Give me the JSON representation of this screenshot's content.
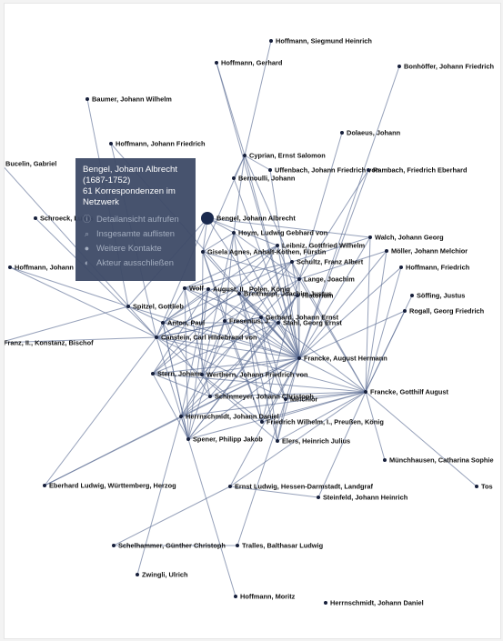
{
  "colors": {
    "edge": "#5d6f95",
    "node": "#161f3a",
    "selected": "#1b2a4e",
    "tooltip_bg": "#3d4a66"
  },
  "nodes": [
    {
      "id": "hsh",
      "label": "Hoffmann, Siegmund Heinrich"
    },
    {
      "id": "hg",
      "label": "Hoffmann, Gerhard"
    },
    {
      "id": "bjf",
      "label": "Bonhöffer, Johann Friedrich"
    },
    {
      "id": "bjw",
      "label": "Baumer, Johann Wilhelm"
    },
    {
      "id": "dj",
      "label": "Dolaeus, Johann"
    },
    {
      "id": "hjf",
      "label": "Hoffmann, Johann Friedrich"
    },
    {
      "id": "ces",
      "label": "Cyprian, Ernst Salomon"
    },
    {
      "id": "bg",
      "label": "Bucelin, Gabriel"
    },
    {
      "id": "ujf",
      "label": "Uffenbach, Johann Friedrich von"
    },
    {
      "id": "rfe",
      "label": "Rambach, Friedrich Eberhard"
    },
    {
      "id": "bj",
      "label": "Bernoulli, Johann"
    },
    {
      "id": "sc",
      "label": "Schroeck, Lukas"
    },
    {
      "id": "bja",
      "label": "Bengel, Johann Albrecht"
    },
    {
      "id": "hlgv",
      "label": "Hoym, Ludwig Gebhard von"
    },
    {
      "id": "wjg",
      "label": "Walch, Johann Georg"
    },
    {
      "id": "lgw",
      "label": "Leibniz, Gottfried Wilhelm"
    },
    {
      "id": "mjm",
      "label": "Möller, Johann Melchior"
    },
    {
      "id": "gaf",
      "label": "Gisela Agnes, Anhalt-Köthen, Fürstin"
    },
    {
      "id": "hj",
      "label": "Hoffmann, Johann"
    },
    {
      "id": "sfa",
      "label": "Schultz, Franz Albert"
    },
    {
      "id": "hf",
      "label": "Hoffmann, Friedrich"
    },
    {
      "id": "lj",
      "label": "Lange, Joachim"
    },
    {
      "id": "wa",
      "label": "Wolf"
    },
    {
      "id": "apk",
      "label": "August, II., Polen, König"
    },
    {
      "id": "bjj",
      "label": "Breithaupt, Joachim Justus"
    },
    {
      "id": "hist",
      "label": "Historium"
    },
    {
      "id": "sju",
      "label": "Söffing, Justus"
    },
    {
      "id": "sg",
      "label": "Spitzel, Gottlieb"
    },
    {
      "id": "rgf",
      "label": "Rogall, Georg Friedrich"
    },
    {
      "id": "gje",
      "label": "Gerhard, Johann Ernst"
    },
    {
      "id": "ap",
      "label": "Anton, Paul"
    },
    {
      "id": "fr",
      "label": "Fresenius, J."
    },
    {
      "id": "sge",
      "label": "Stahl, Georg Ernst"
    },
    {
      "id": "fkb",
      "label": "Franz, II., Konstanz, Bischof"
    },
    {
      "id": "chv",
      "label": "Canstein, Carl Hildebrand von"
    },
    {
      "id": "fah",
      "label": "Francke, August Hermann"
    },
    {
      "id": "sjo",
      "label": "Stern, Johann"
    },
    {
      "id": "wjfv",
      "label": "Werthern, Johann Friedrich von"
    },
    {
      "id": "fga",
      "label": "Francke, Gotthilf August"
    },
    {
      "id": "schj",
      "label": "Schinmeyer, Johann Christoph"
    },
    {
      "id": "mel",
      "label": "Melchior"
    },
    {
      "id": "hjd",
      "label": "Herrnschmidt, Johann Daniel"
    },
    {
      "id": "fwpk",
      "label": "Friedrich Wilhelm, I., Preußen, König"
    },
    {
      "id": "spj",
      "label": "Spener, Philipp Jakob"
    },
    {
      "id": "ehj",
      "label": "Elers, Heinrich Julius"
    },
    {
      "id": "mcs",
      "label": "Münchhausen, Catharina Sophie"
    },
    {
      "id": "tos",
      "label": "Tos"
    },
    {
      "id": "ewh",
      "label": "Eberhard Ludwig, Württemberg, Herzog"
    },
    {
      "id": "elhd",
      "label": "Ernst Ludwig, Hessen-Darmstadt, Landgraf"
    },
    {
      "id": "sjh",
      "label": "Steinfeld, Johann Heinrich"
    },
    {
      "id": "sgc",
      "label": "Schelhammer, Günther Christoph"
    },
    {
      "id": "tbl",
      "label": "Tralles, Balthasar Ludwig"
    },
    {
      "id": "zu",
      "label": "Zwingli, Ulrich"
    },
    {
      "id": "hm",
      "label": "Hoffmann, Moritz"
    },
    {
      "id": "hjd2",
      "label": "Herrnschmidt, Johann Daniel"
    }
  ],
  "tooltip": {
    "name": "Bengel, Johann Albrecht",
    "dates": "(1687-1752)",
    "count": "61 Korrespondenzen im Netzwerk",
    "actions": [
      {
        "icon": "info-icon",
        "label": "Detailansicht aufrufen"
      },
      {
        "icon": "search-icon",
        "label": "Insgesamte auflisten"
      },
      {
        "icon": "person-icon",
        "label": "Weitere Kontakte"
      },
      {
        "icon": "hide-icon",
        "label": "Akteur ausschließen"
      }
    ]
  }
}
